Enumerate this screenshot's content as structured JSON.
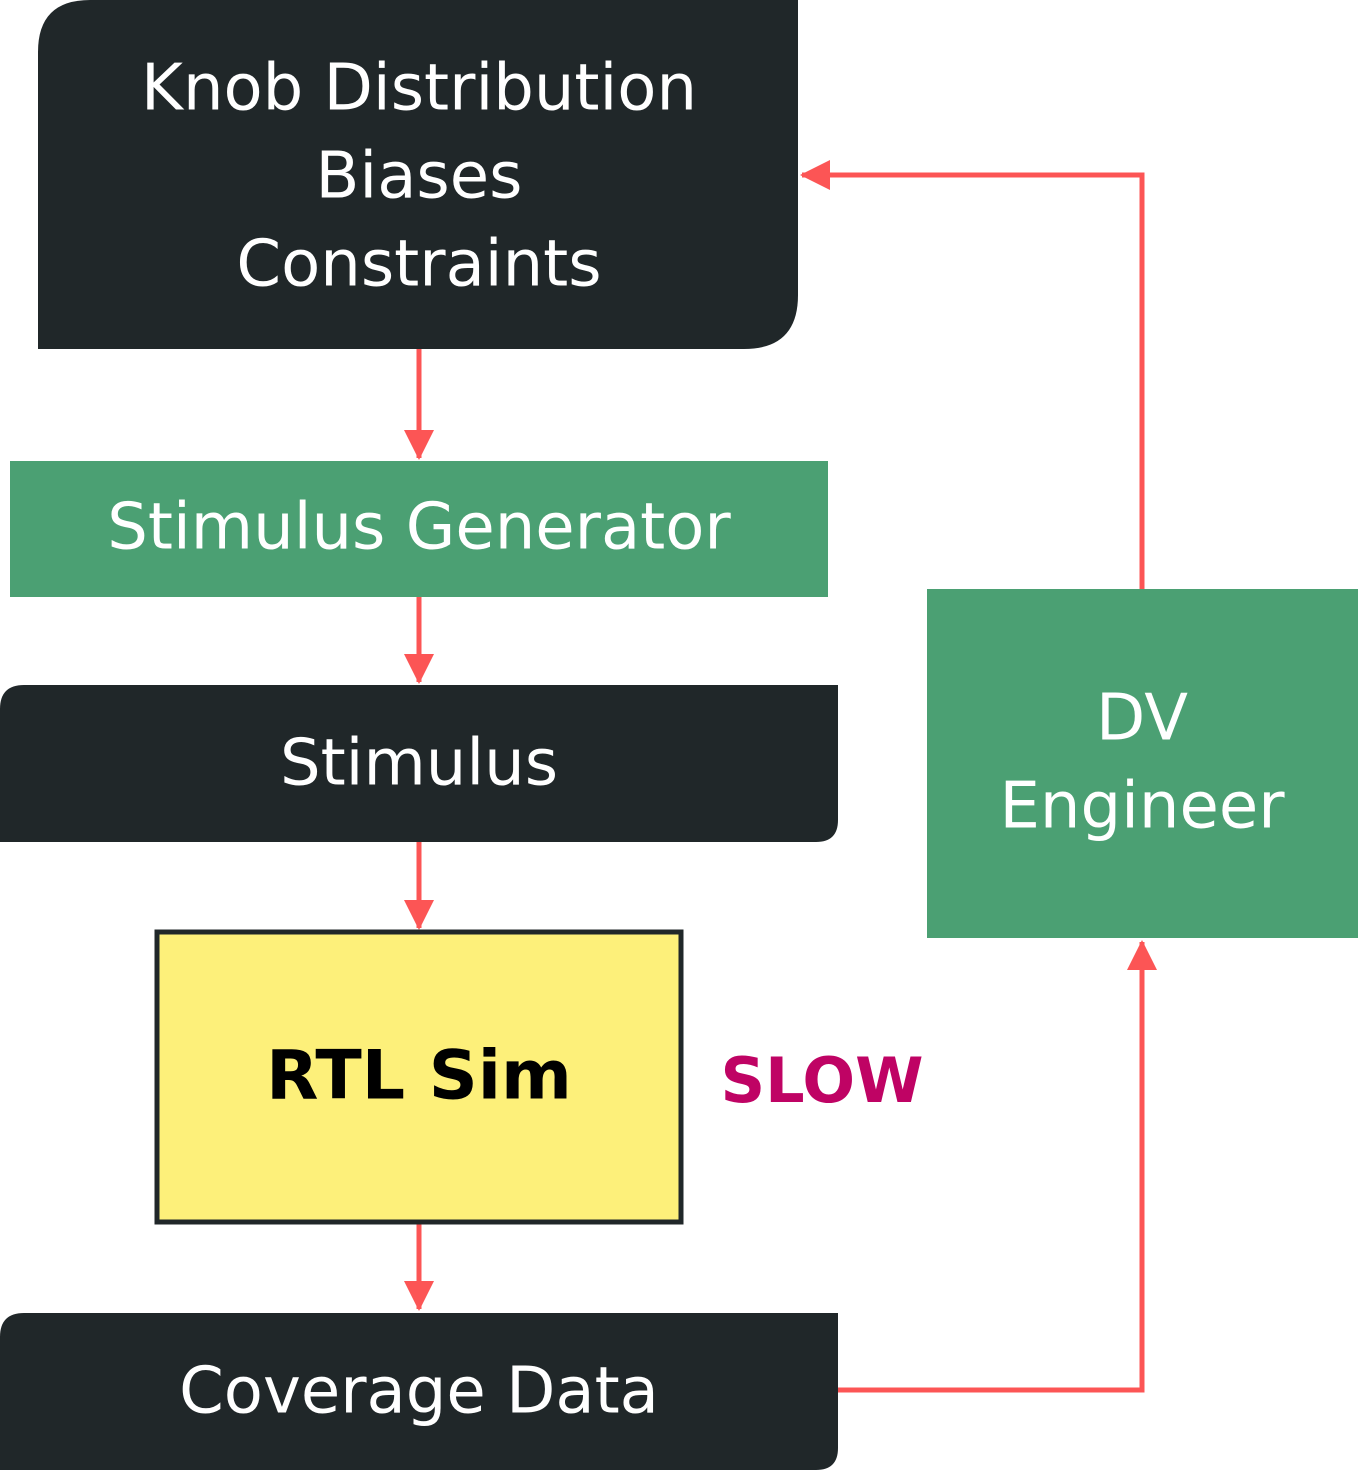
{
  "nodes": {
    "knob": {
      "lines": [
        "Knob Distribution",
        "Biases",
        "Constraints"
      ]
    },
    "generator": {
      "label": "Stimulus Generator"
    },
    "stimulus": {
      "label": "Stimulus"
    },
    "rtl": {
      "label": "RTL Sim"
    },
    "coverage": {
      "label": "Coverage Data"
    },
    "engineer": {
      "lines": [
        "DV",
        "Engineer"
      ]
    }
  },
  "annotation": {
    "slow": "SLOW"
  },
  "colors": {
    "dark": "#202729",
    "green": "#4ba073",
    "yellow": "#fdf07a",
    "arrow": "#fc5555",
    "slow": "#bf0364",
    "text_light": "#ffffff",
    "text_dark": "#000000"
  }
}
